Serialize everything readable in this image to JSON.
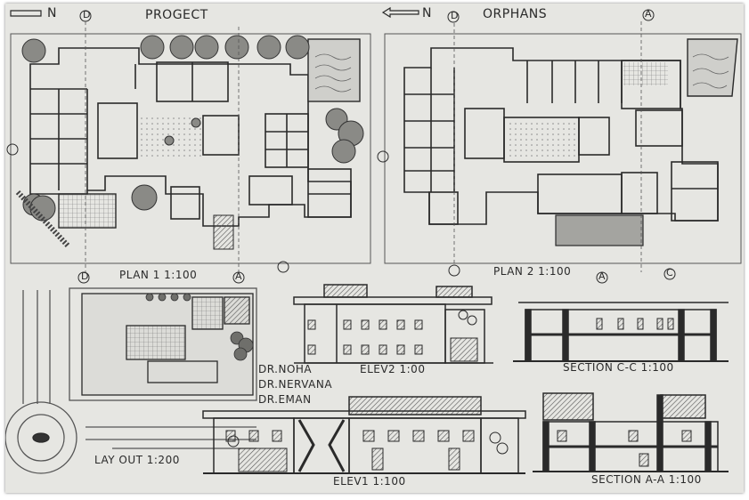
{
  "titles": {
    "left": "PROGECT",
    "right": "ORPHANS",
    "north_left": "N",
    "north_right": "N"
  },
  "labels": {
    "plan1": "PLAN 1  1:100",
    "plan2": "PLAN 2  1:100",
    "layout": "LAY OUT 1:200",
    "elev2": "ELEV2 1:00",
    "elev1": "ELEV1 1:100",
    "section_cc": "SECTION C-C  1:100",
    "section_aa": "SECTION A-A 1:100"
  },
  "markers": {
    "d": "D",
    "a": "A",
    "c": "C"
  },
  "credits": [
    "DR.NOHA",
    "DR.NERVANA",
    "DR.EMAN"
  ],
  "colors": {
    "paper": "#e6e6e2",
    "ink": "#2a2a2a",
    "hatch": "#555555"
  }
}
